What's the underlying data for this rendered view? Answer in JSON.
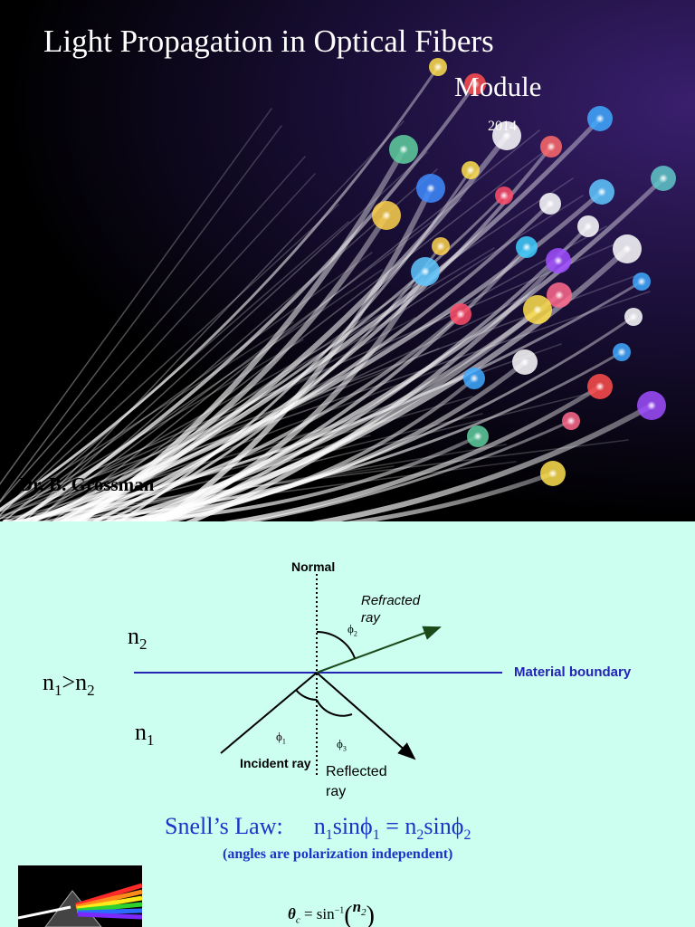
{
  "slide1": {
    "title": "Light Propagation in Optical Fibers",
    "subtitle": "Module",
    "year": "2014",
    "author": "Dr. B. Grossman"
  },
  "slide2": {
    "normal_label": "Normal",
    "refracted_label": "Refracted ray",
    "boundary_label": "Material boundary",
    "incident_label": "Incident ray",
    "reflected_label": "Reflected ray",
    "n2_label": {
      "base": "n",
      "sub": "2"
    },
    "relation_label": {
      "a": "n",
      "a_sub": "1",
      "op": ">",
      "b": "n",
      "b_sub": "2"
    },
    "n1_label": {
      "base": "n",
      "sub": "1"
    },
    "phi2_label": {
      "sym": "ϕ",
      "sub": "2"
    },
    "phi1_label": {
      "sym": "ϕ",
      "sub": "1"
    },
    "phi3_label": {
      "sym": "ϕ",
      "sub": "3"
    },
    "snell_title": "Snell’s Law:",
    "snell_eq": {
      "t1": "n",
      "s1": "1",
      "t2": "sinϕ",
      "s2": "1",
      "t3": " = n",
      "s3": "2",
      "t4": "sinϕ",
      "s4": "2"
    },
    "snell_note": "(angles are polarization independent)",
    "formula": {
      "lhs": "θ",
      "lhs_sub": "c",
      "eq": " = sin",
      "sup": "−1",
      "num": "n",
      "num_sub": "2"
    }
  },
  "colors": {
    "slide2_bg": "#ccfff0",
    "boundary": "#2323b4",
    "refracted_ray": "#1a4a1a",
    "snell_text": "#1e32c8"
  }
}
